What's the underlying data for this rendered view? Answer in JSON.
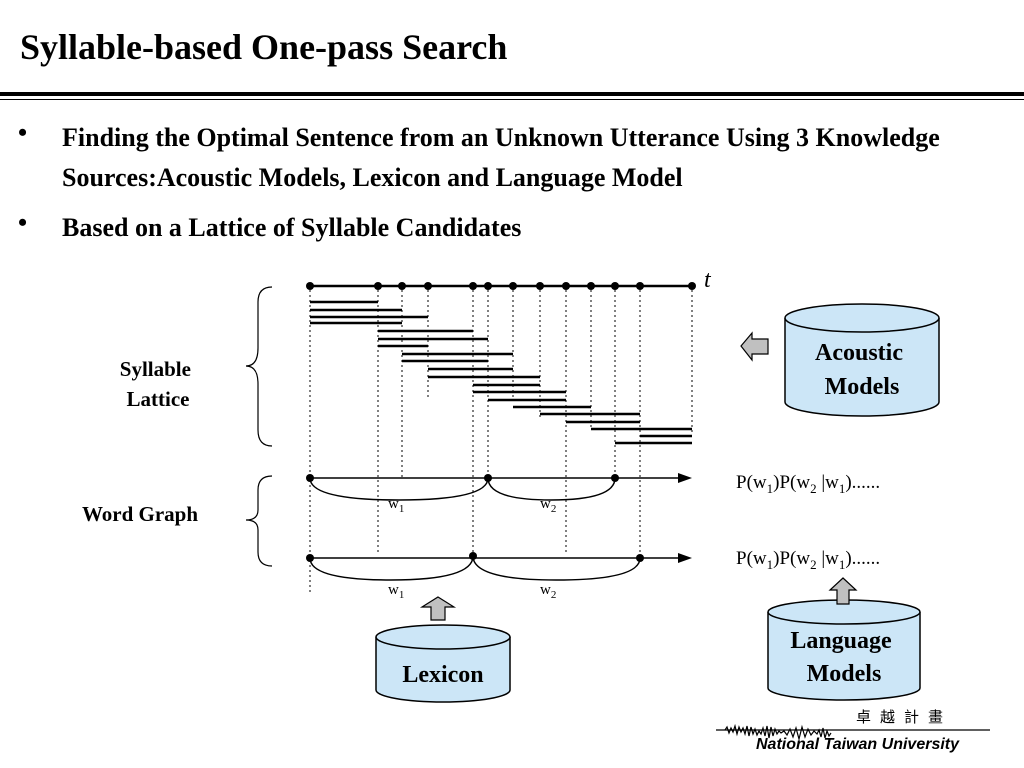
{
  "slide": {
    "title": "Syllable-based One-pass Search",
    "bullets": [
      "Finding the Optimal Sentence from an Unknown Utterance Using 3 Knowledge Sources:Acoustic Models, Lexicon and Language Model",
      "Based on a Lattice of Syllable Candidates"
    ],
    "bullet_glyph": "•"
  },
  "diagram": {
    "time_label": "t",
    "syllable_lattice_label": [
      "Syllable",
      "Lattice"
    ],
    "word_graph_label": "Word Graph",
    "acoustic_models": [
      "Acoustic",
      "Models"
    ],
    "language_models": [
      "Language",
      "Models"
    ],
    "lexicon": "Lexicon",
    "word1": "w",
    "word1_sub": "1",
    "word2": "w",
    "word2_sub": "2",
    "prob_upper": {
      "p1": "P(w",
      "s1": "1",
      "p2": ")P(w",
      "s2": "2",
      "p3": " |w",
      "s3": "1",
      "p4": ")......"
    },
    "prob_lower": {
      "p1": "P(w",
      "s1": "1",
      "p2": ")P(w",
      "s2": "2",
      "p3": " |w",
      "s3": "1",
      "p4": ")......"
    },
    "colors": {
      "cylinder_fill": "#cce6f7",
      "arrow_fill": "#c0c0c0",
      "stroke": "#000000"
    }
  },
  "footer": {
    "university": "National Taiwan University",
    "motto": "卓越計畫"
  }
}
